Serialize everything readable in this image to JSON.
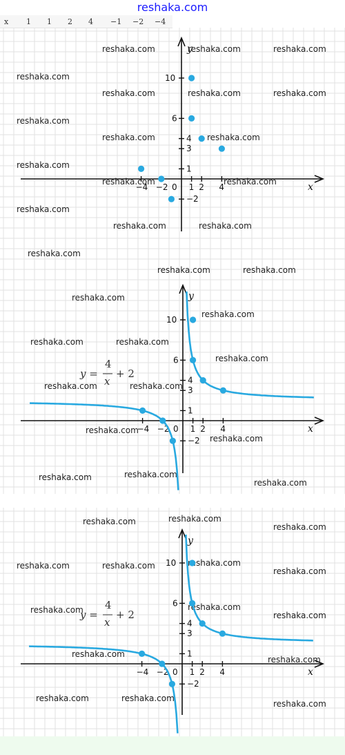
{
  "header": {
    "site": "reshaka.com"
  },
  "table_strip": [
    "x",
    "1",
    "1",
    "2",
    "4",
    "−1",
    "−2",
    "−4"
  ],
  "watermark": "reshaka.com",
  "colors": {
    "curve": "#29a9e0",
    "point": "#29a9e0",
    "grid": "#e2e2e2",
    "axis": "#111111",
    "link": "#1a1aff"
  },
  "chart_data": [
    {
      "type": "scatter",
      "xlabel": "x",
      "ylabel": "y",
      "x_ticks": [
        "-4",
        "-2",
        "0",
        "1",
        "2",
        "4"
      ],
      "y_ticks": [
        "10",
        "6",
        "4",
        "3",
        "1",
        "-2"
      ],
      "points": [
        [
          -4,
          1
        ],
        [
          -2,
          0
        ],
        [
          -1,
          -2
        ],
        [
          1,
          10
        ],
        [
          1,
          6
        ],
        [
          2,
          4
        ],
        [
          4,
          3
        ]
      ],
      "grid": true
    },
    {
      "type": "line",
      "formula": {
        "lhs": "y",
        "numerator": "4",
        "denominator": "x",
        "plus": "+ 2"
      },
      "xlabel": "x",
      "ylabel": "y",
      "x_ticks": [
        "-4",
        "-2",
        "0",
        "1",
        "2",
        "4"
      ],
      "y_ticks": [
        "10",
        "6",
        "4",
        "3",
        "1",
        "-2"
      ],
      "points": [
        [
          -4,
          1
        ],
        [
          -2,
          0
        ],
        [
          -1,
          -2
        ],
        [
          1,
          10
        ],
        [
          1,
          6
        ],
        [
          2,
          4
        ],
        [
          4,
          3
        ]
      ],
      "grid": true
    },
    {
      "type": "line",
      "formula": {
        "lhs": "y",
        "numerator": "4",
        "denominator": "x",
        "plus": "+ 2"
      },
      "xlabel": "x",
      "ylabel": "y",
      "x_ticks": [
        "-4",
        "-2",
        "0",
        "1",
        "2",
        "4"
      ],
      "y_ticks": [
        "10",
        "6",
        "4",
        "3",
        "1",
        "-2"
      ],
      "points": [
        [
          -4,
          1
        ],
        [
          -2,
          0
        ],
        [
          -1,
          -2
        ],
        [
          1,
          10
        ],
        [
          1,
          6
        ],
        [
          2,
          4
        ],
        [
          4,
          3
        ]
      ],
      "grid": true
    }
  ]
}
